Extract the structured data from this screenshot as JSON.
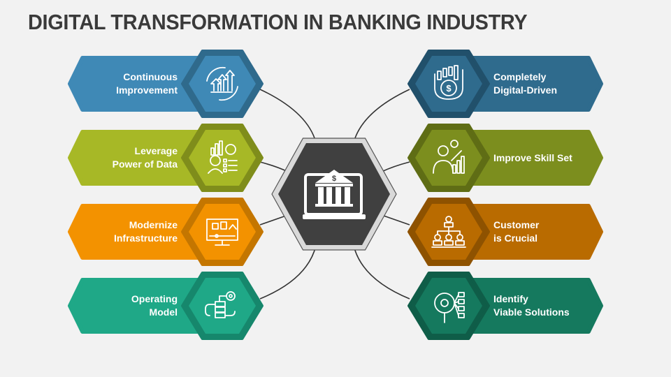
{
  "title": "DIGITAL TRANSFORMATION IN BANKING INDUSTRY",
  "center": {
    "icon": "online-bank-laptop-icon",
    "symbol": "$",
    "color": "#404040"
  },
  "left_items": [
    {
      "lines": [
        "Continuous",
        "Improvement"
      ],
      "icon": "growth-cycle-icon",
      "color": "#3f89b6",
      "dark": "#2f6a8c"
    },
    {
      "lines": [
        "Leverage",
        "Power of Data"
      ],
      "icon": "data-analyst-icon",
      "color": "#a7b826",
      "dark": "#7f8d1b"
    },
    {
      "lines": [
        "Modernize",
        "Infrastructure"
      ],
      "icon": "monitor-infrastructure-icon",
      "color": "#f39200",
      "dark": "#c47600"
    },
    {
      "lines": [
        "Operating",
        "Model"
      ],
      "icon": "process-gear-icon",
      "color": "#1fa887",
      "dark": "#16876c"
    }
  ],
  "right_items": [
    {
      "lines": [
        "Completely",
        "Digital-Driven"
      ],
      "icon": "finance-gear-chart-icon",
      "color": "#2f6b8d",
      "dark": "#21506b"
    },
    {
      "lines": [
        "Improve Skill Set"
      ],
      "icon": "skill-growth-icon",
      "color": "#7c8e1e",
      "dark": "#5f6d15"
    },
    {
      "lines": [
        "Customer",
        "is Crucial"
      ],
      "icon": "customer-hierarchy-icon",
      "color": "#b96b00",
      "dark": "#8e5200"
    },
    {
      "lines": [
        "Identify",
        "Viable Solutions"
      ],
      "icon": "solution-search-icon",
      "color": "#15795e",
      "dark": "#0f5d48"
    }
  ]
}
